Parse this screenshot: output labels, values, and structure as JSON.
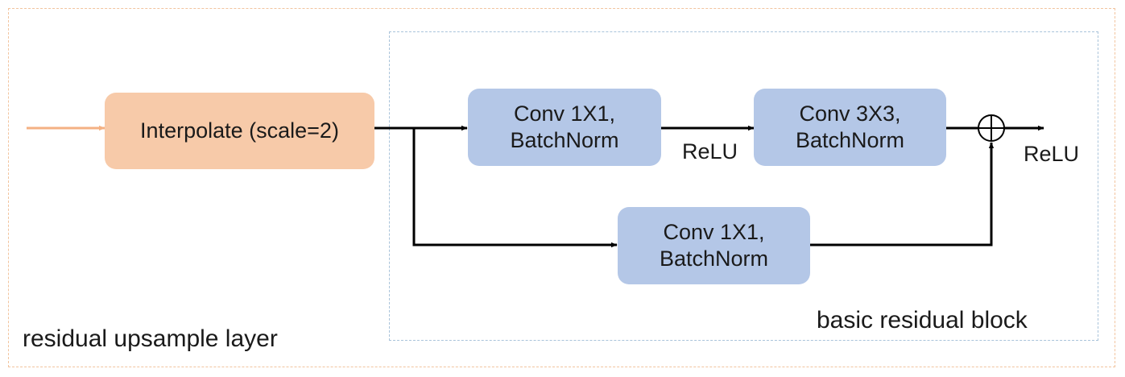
{
  "nodes": {
    "interpolate": "Interpolate (scale=2)",
    "conv1": "Conv 1X1,\nBatchNorm",
    "conv2": "Conv 3X3,\nBatchNorm",
    "shortcut": "Conv 1X1,\nBatchNorm"
  },
  "labels": {
    "relu_mid": "ReLU",
    "relu_out": "ReLU",
    "inner_block": "basic residual block",
    "outer_layer": "residual upsample layer"
  },
  "colors": {
    "input_arrow": "#f4b183",
    "interpolate_fill": "#f7caa9",
    "conv_fill": "#b4c7e7",
    "outer_border": "#f2c49e",
    "inner_border": "#a9c3da",
    "line": "#000000"
  },
  "symbols": {
    "sum": "add-circle-icon"
  }
}
